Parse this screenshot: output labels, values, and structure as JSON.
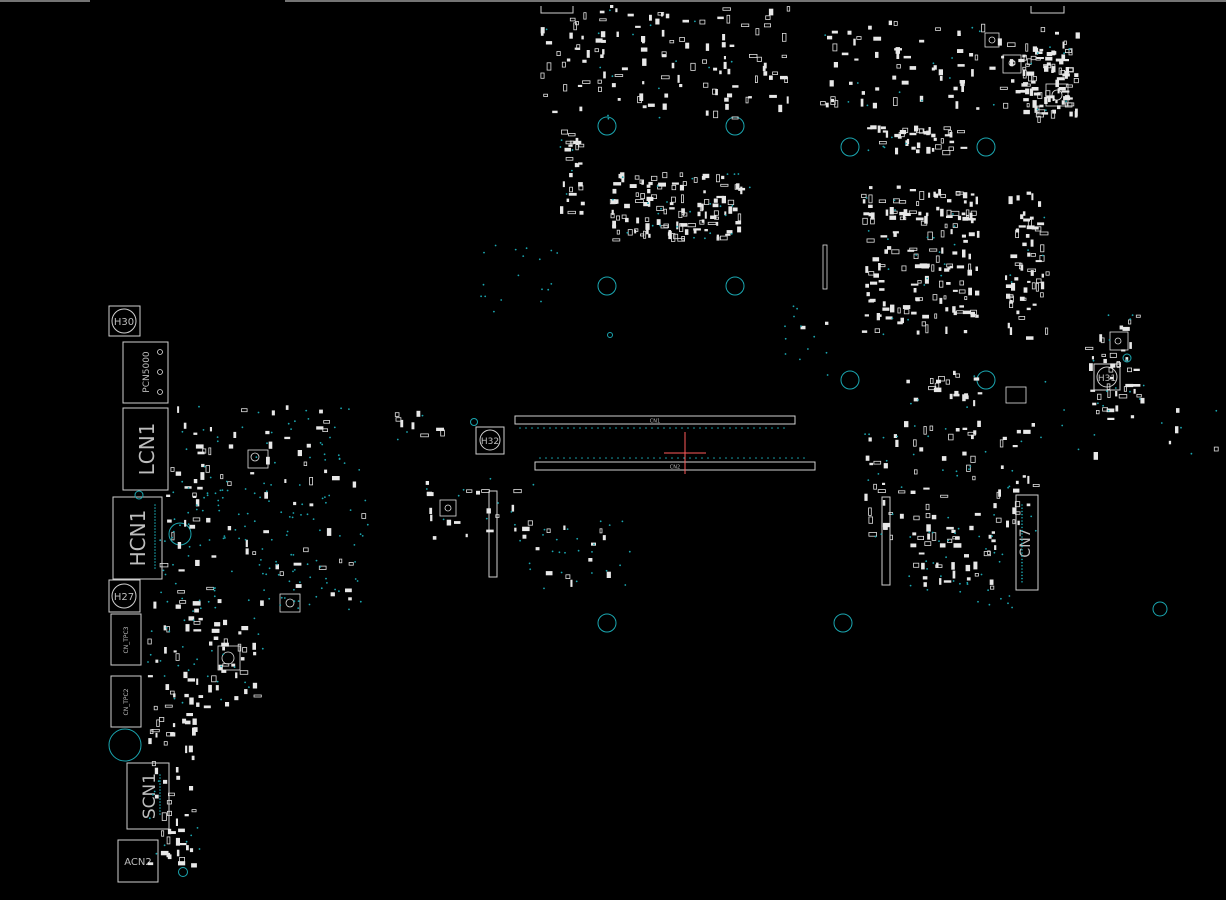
{
  "labels": {
    "h30": "H30",
    "pcn5000": "PCN5000",
    "lcn1": "LCN1",
    "hcn1": "HCN1",
    "h27": "H27",
    "cn_tpc3": "CN_TPC3",
    "cn_tpc2": "CN_TPC2",
    "scn1": "SCN1",
    "acn2": "ACN2",
    "h32": "H32",
    "h31": "H31",
    "cn7": "CN7",
    "cn1": "CN1",
    "cn2": "CN2"
  },
  "colors": {
    "background": "#000000",
    "silkscreen": "#cfcfcf",
    "mounting_hole": "#1aa6b0",
    "pad": "#e8e8e8",
    "cursor": "#ff5a5a"
  }
}
